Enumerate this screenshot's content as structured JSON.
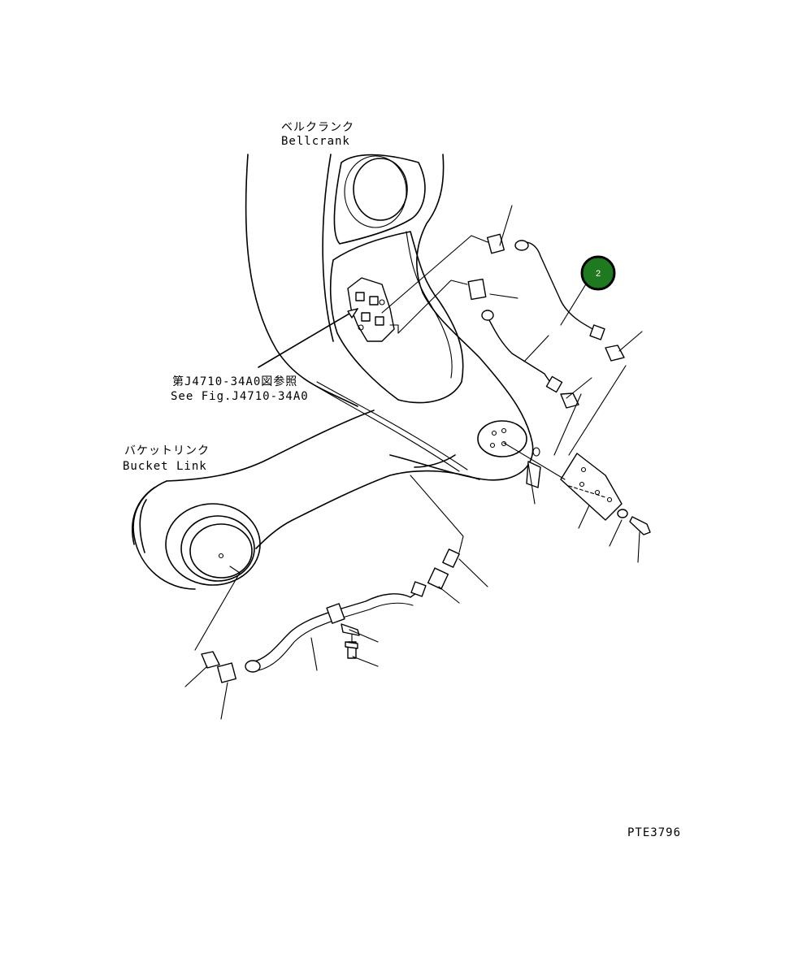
{
  "labels": {
    "bellcrank_jp": "ベルクランク",
    "bellcrank_en": "Bellcrank",
    "ref_jp": "第J4710-34A0図参照",
    "ref_en": "See Fig.J4710-34A0",
    "bucketlink_jp": "バケットリンク",
    "bucketlink_en": "Bucket Link",
    "drawing_code": "PTE3796"
  },
  "callout": {
    "number": "2",
    "fill_color": "#1f7a1f",
    "ring_color": "#000000"
  }
}
